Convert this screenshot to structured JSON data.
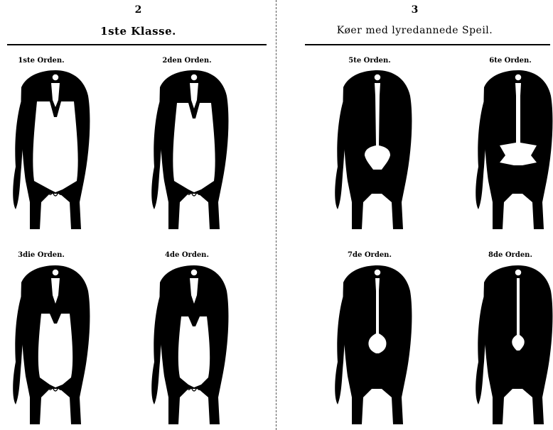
{
  "pages": [
    {
      "number": "2",
      "heading": "1ste Klasse.",
      "figures": [
        {
          "label": "1ste Orden.",
          "mirror": "large"
        },
        {
          "label": "2den Orden.",
          "mirror": "large"
        },
        {
          "label": "3die Orden.",
          "mirror": "medium"
        },
        {
          "label": "4de Orden.",
          "mirror": "medium"
        }
      ]
    },
    {
      "number": "3",
      "heading": "Køer med lyredannede Speil.",
      "figures": [
        {
          "label": "5te Orden.",
          "mirror": "lyre-wide"
        },
        {
          "label": "6te Orden.",
          "mirror": "lyre-winged"
        },
        {
          "label": "7de Orden.",
          "mirror": "lyre-narrow"
        },
        {
          "label": "8de Orden.",
          "mirror": "lyre-thin"
        }
      ]
    }
  ],
  "colors": {
    "ink": "#000000",
    "paper": "#ffffff"
  }
}
